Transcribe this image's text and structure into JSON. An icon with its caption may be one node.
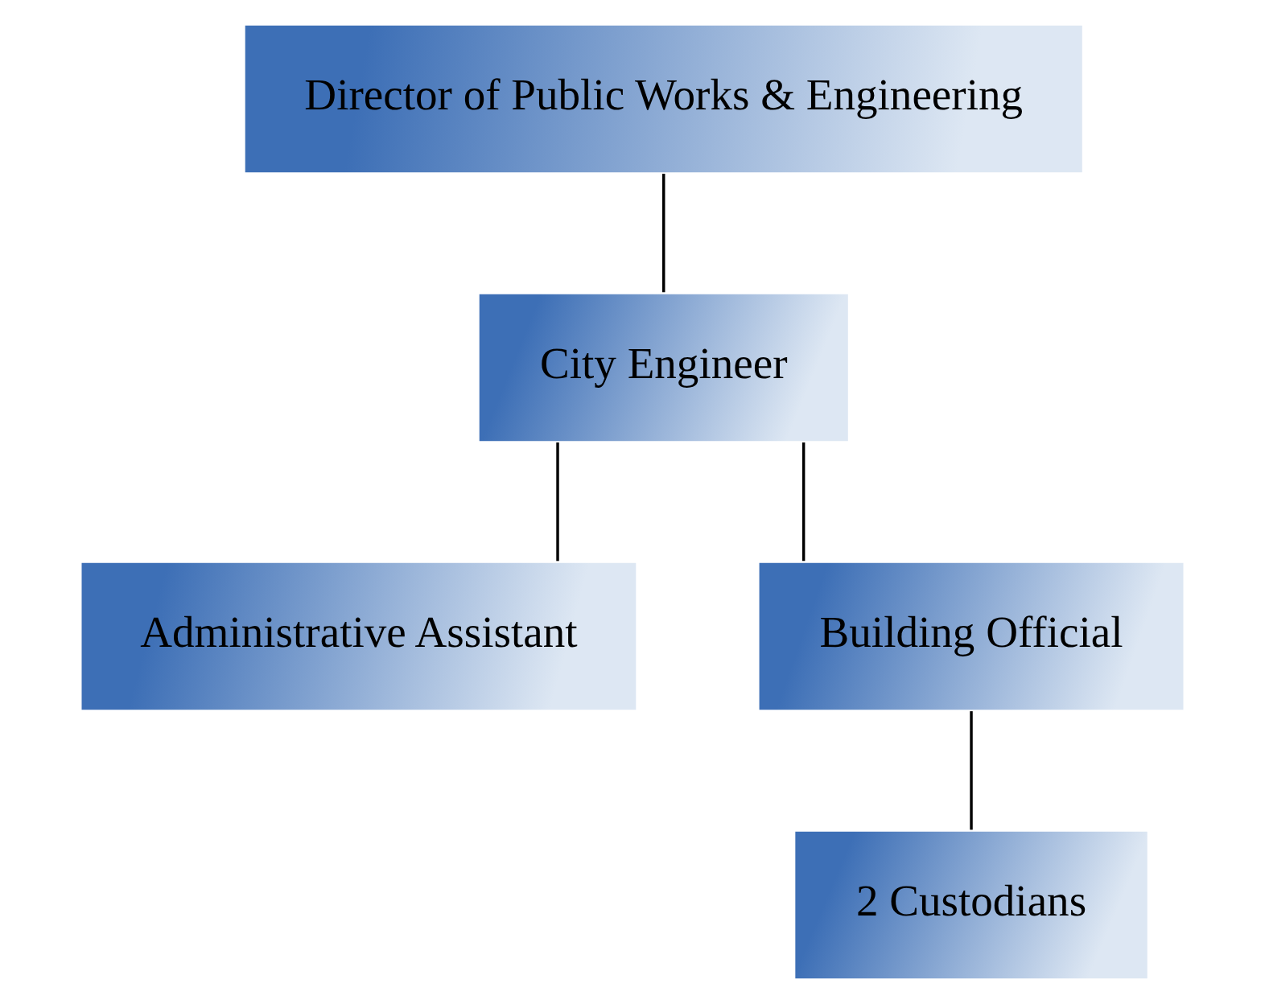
{
  "diagram": {
    "nodes": [
      {
        "text": [
          "Director of Public Works & Engineering"
        ]
      },
      {
        "text": [
          "City Engineer"
        ]
      },
      {
        "text": [
          "Administrative Assistant"
        ]
      },
      {
        "text": [
          "Building Official"
        ]
      },
      {
        "text": [
          "2 Custodians"
        ]
      }
    ],
    "edges": [
      {
        "from": 0,
        "to": 1,
        "arrow": "none"
      },
      {
        "from": 1,
        "to": 2,
        "arrow": "none"
      },
      {
        "from": 1,
        "to": 3,
        "arrow": "none"
      },
      {
        "from": 3,
        "to": 4,
        "arrow": "none"
      }
    ]
  }
}
